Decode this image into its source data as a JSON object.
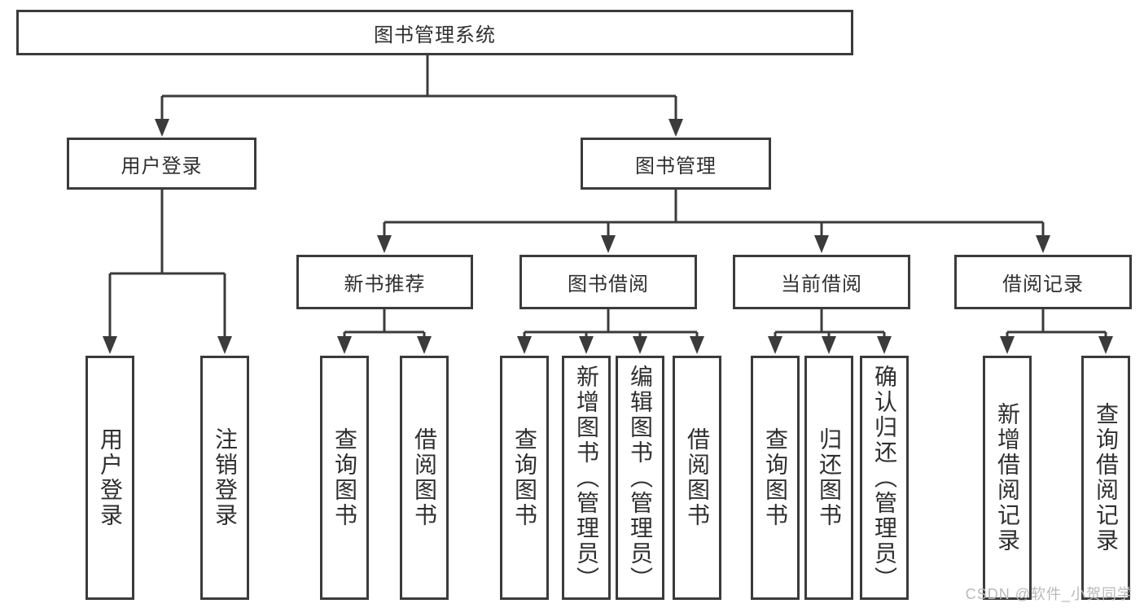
{
  "diagram": {
    "root": {
      "label": "图书管理系统"
    },
    "level2": [
      {
        "label": "用户登录"
      },
      {
        "label": "图书管理"
      }
    ],
    "level3": [
      {
        "label": "新书推荐"
      },
      {
        "label": "图书借阅"
      },
      {
        "label": "当前借阅"
      },
      {
        "label": "借阅记录"
      }
    ],
    "leaves": [
      {
        "label": "用户登录",
        "parent": "用户登录"
      },
      {
        "label": "注销登录",
        "parent": "用户登录"
      },
      {
        "label": "查询图书",
        "parent": "新书推荐"
      },
      {
        "label": "借阅图书",
        "parent": "新书推荐"
      },
      {
        "label": "查询图书",
        "parent": "图书借阅"
      },
      {
        "label": "新增图书（管理员）",
        "parent": "图书借阅"
      },
      {
        "label": "编辑图书（管理员）",
        "parent": "图书借阅"
      },
      {
        "label": "借阅图书",
        "parent": "图书借阅"
      },
      {
        "label": "查询图书",
        "parent": "当前借阅"
      },
      {
        "label": "归还图书",
        "parent": "当前借阅"
      },
      {
        "label": "确认归还（管理员）",
        "parent": "当前借阅"
      },
      {
        "label": "新增借阅记录",
        "parent": "借阅记录"
      },
      {
        "label": "查询借阅记录",
        "parent": "借阅记录"
      }
    ]
  },
  "watermark": {
    "text": "CSDN @软件_小贺同学"
  },
  "colors": {
    "line": "#3b3b3b",
    "text": "#2f2f2f",
    "watermark": "#b9b9b9",
    "background": "#ffffff"
  }
}
